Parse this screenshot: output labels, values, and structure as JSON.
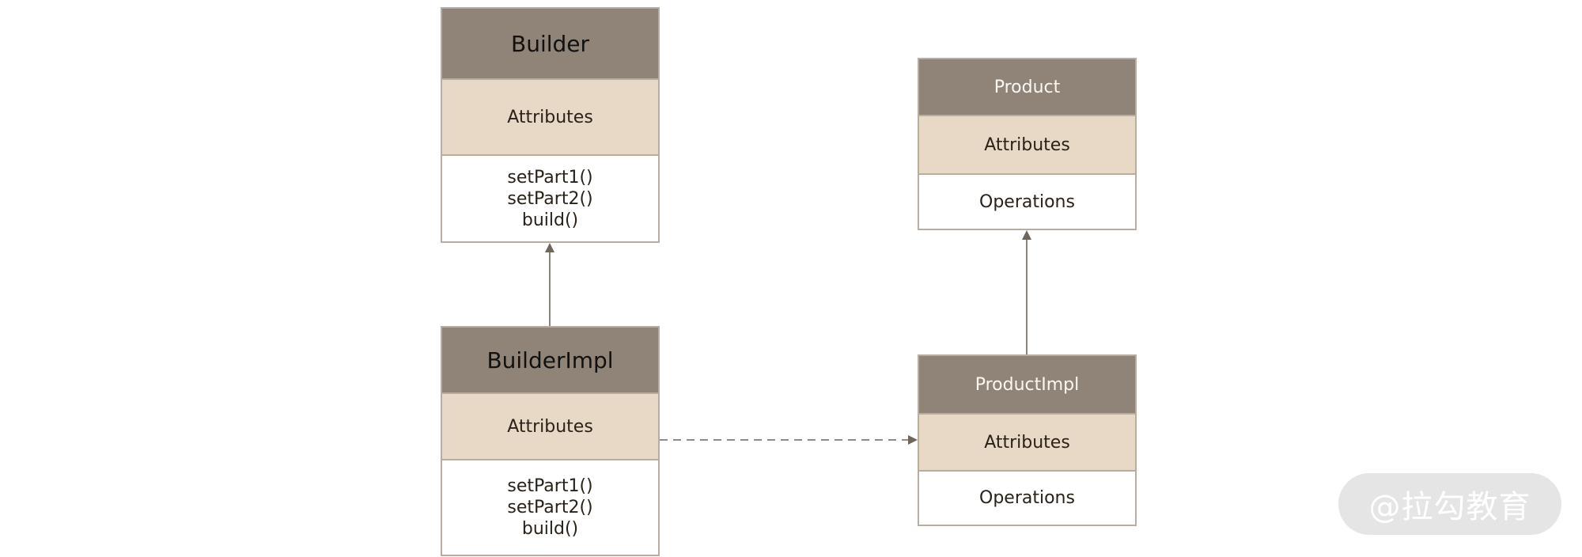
{
  "diagram": {
    "builder": {
      "title": "Builder",
      "attributes": "Attributes",
      "operations": [
        "setPart1()",
        "setPart2()",
        "build()"
      ]
    },
    "builder_impl": {
      "title": "BuilderImpl",
      "attributes": "Attributes",
      "operations": [
        "setPart1()",
        "setPart2()",
        "build()"
      ]
    },
    "product": {
      "title": "Product",
      "attributes": "Attributes",
      "operations": "Operations"
    },
    "product_impl": {
      "title": "ProductImpl",
      "attributes": "Attributes",
      "operations": "Operations"
    }
  },
  "watermark": "@拉勾教育",
  "colors": {
    "header": "#8f8477",
    "attributes": "#e8d8c6",
    "border": "#b9ad9f",
    "connector": "#6e655c"
  }
}
